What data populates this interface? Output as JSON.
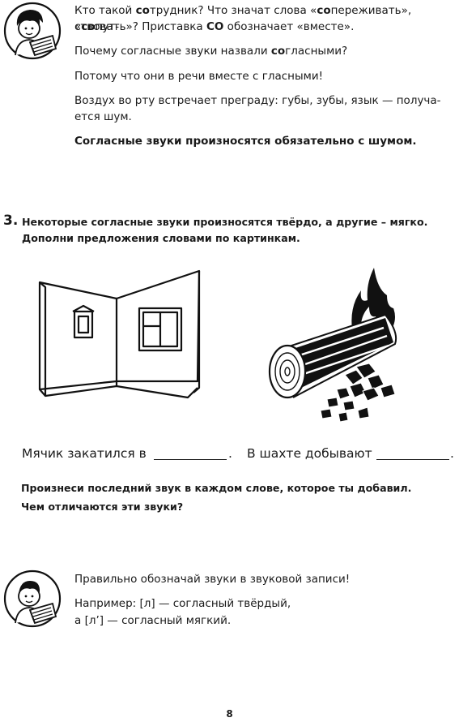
{
  "intro": {
    "line1_a": "Кто такой ",
    "line1_b": "со",
    "line1_c": "трудник? Что значат слова «",
    "line1_d": "со",
    "line1_e": "переживать», «",
    "line1_f": "со",
    "line1_g": "пут-",
    "line2_a": "ствовать»? Приставка ",
    "line2_b": "СО",
    "line2_c": " обозначает «вместе».",
    "q_a": "Почему согласные звуки назвали ",
    "q_b": "со",
    "q_c": "гласными?",
    "answer": "Потому что они в речи вместе с гласными!",
    "air1": "Воздух во рту встречает преграду: губы, зубы, язык — получа-",
    "air2": "ется шум.",
    "rule": "Согласные звуки произносятся обязательно с шумом."
  },
  "task3": {
    "number": "3.",
    "line1": "Некоторые согласные звуки произносятся твёрдо, а другие – мягко.",
    "line2": "Дополни предложения словами по картинкам.",
    "sentence1": "Мячик закатился в",
    "dot1": ".",
    "sentence2": "В шахте добывают",
    "dot2": ".",
    "q1": "Произнеси последний звук в каждом слове, которое ты добавил.",
    "q2": "Чем отличаются эти звуки?"
  },
  "note": {
    "line1": "Правильно обозначай звуки в звуковой записи!",
    "line2": "Например: [л] — согласный твёрдый,",
    "line3": "а [л’] — согласный мягкий."
  },
  "page_number": "8"
}
